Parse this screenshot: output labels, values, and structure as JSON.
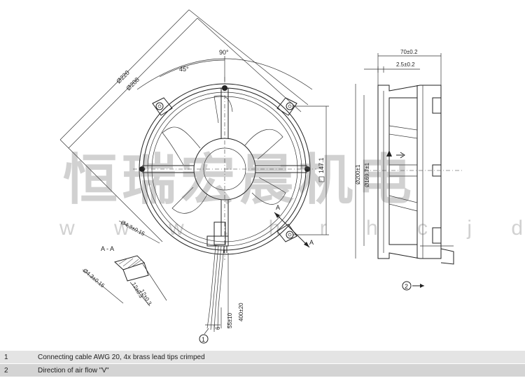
{
  "drawing": {
    "dimensions": {
      "diag_outer": "Ø220",
      "diag_inner": "Ø208",
      "angle_90": "90°",
      "angle_45": "45°",
      "hole_dia": "Ø4.3±0.15",
      "pitch": "147.1",
      "depth": "70±0.2",
      "lip": "2.5±0.2",
      "frame_dia": "Ø200±1",
      "inner_dia": "Ø169.7±1",
      "cable_len": "400±20",
      "strip_len": "55±10",
      "tip_len": "6",
      "section_w1": "12±0.3",
      "section_w2": "12±0.3",
      "section_hole": "Ø4.3±0.15"
    },
    "section_label": "A - A",
    "marker_a": "A",
    "callout_1": "1",
    "callout_2": "2"
  },
  "watermark": {
    "main": "恒瑞宏晨机电",
    "sub": "w w w . h r h c j d . c n"
  },
  "legend": [
    {
      "num": "1",
      "text": "Connecting cable AWG 20, 4x brass lead tips crimped"
    },
    {
      "num": "2",
      "text": "Direction of air flow \"V\""
    }
  ]
}
